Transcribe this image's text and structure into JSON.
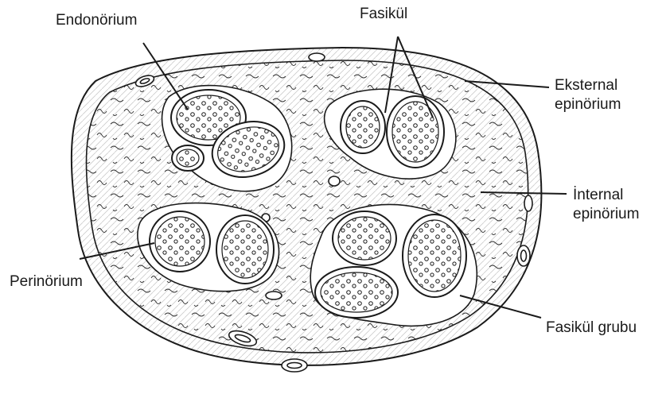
{
  "figure": {
    "labels": {
      "endonorium": "Endonörium",
      "fasikul": "Fasikül",
      "eksternal_line1": "Eksternal",
      "eksternal_line2": "epinörium",
      "internal_line1": "İnternal",
      "internal_line2": "epinörium",
      "perinorium": "Perinörium",
      "fasikul_grubu": "Fasikül grubu"
    },
    "colors": {
      "ink": "#1a1a1a",
      "background": "#ffffff"
    }
  }
}
